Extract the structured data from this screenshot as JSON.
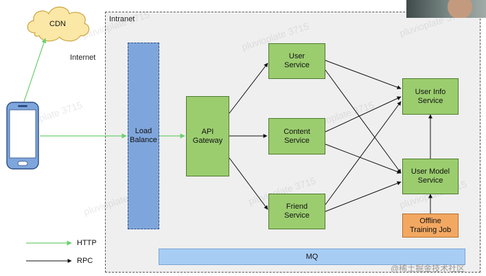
{
  "cloud": {
    "label": "CDN"
  },
  "internet_label": "Internet",
  "intranet_label": "Intranet",
  "nodes": {
    "load_balance": "Load\nBalance",
    "api_gateway": "API\nGateway",
    "user_service": "User\nService",
    "content_service": "Content\nService",
    "friend_service": "Friend\nService",
    "user_info_service": "User Info\nService",
    "user_model_service": "User Model\nService",
    "offline_training_job": "Offline\nTraining Job",
    "mq": "MQ"
  },
  "legend": {
    "http_label": "HTTP",
    "rpc_label": "RPC",
    "http_color": "#6dcf6d",
    "rpc_color": "#111111"
  },
  "watermarks": [
    "pluvioplate 3715"
  ],
  "footer_watermark": "@稀土掘金技术社区"
}
